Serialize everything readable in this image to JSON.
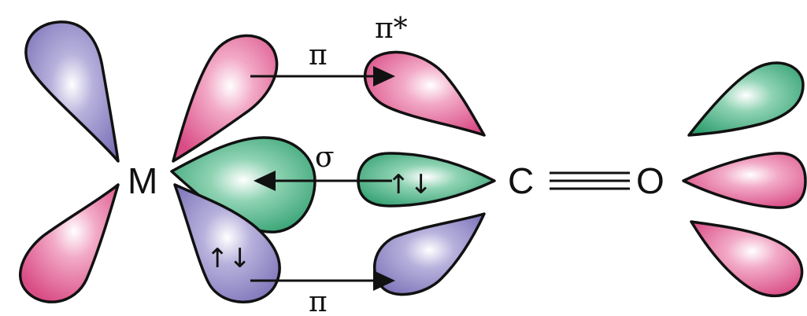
{
  "colors": {
    "magenta": "#d94d86",
    "green": "#2f9e6f",
    "violet": "#7c73b8",
    "outline": "#111111"
  },
  "labels": {
    "metal": "M",
    "carbon": "C",
    "oxygen": "O",
    "pi_top": "π",
    "pi_star": "π*",
    "sigma": "σ",
    "pi_bottom": "π",
    "spin_pair": "↑↓"
  },
  "lobes": [
    {
      "name": "metal-upper-left-lobe",
      "color": "violet"
    },
    {
      "name": "metal-lower-left-lobe",
      "color": "magenta"
    },
    {
      "name": "metal-pi-donor-upper-lobe",
      "color": "magenta"
    },
    {
      "name": "metal-sigma-acceptor-lobe",
      "color": "green"
    },
    {
      "name": "metal-filled-pi-lobe",
      "color": "violet"
    },
    {
      "name": "co-pi-star-lobe",
      "color": "magenta"
    },
    {
      "name": "co-sigma-donor-lobe",
      "color": "green"
    },
    {
      "name": "co-pi-star-lower-lobe",
      "color": "violet"
    },
    {
      "name": "oxygen-upper-lobe",
      "color": "green"
    },
    {
      "name": "oxygen-middle-lobe",
      "color": "magenta"
    },
    {
      "name": "oxygen-lower-lobe",
      "color": "magenta"
    }
  ]
}
